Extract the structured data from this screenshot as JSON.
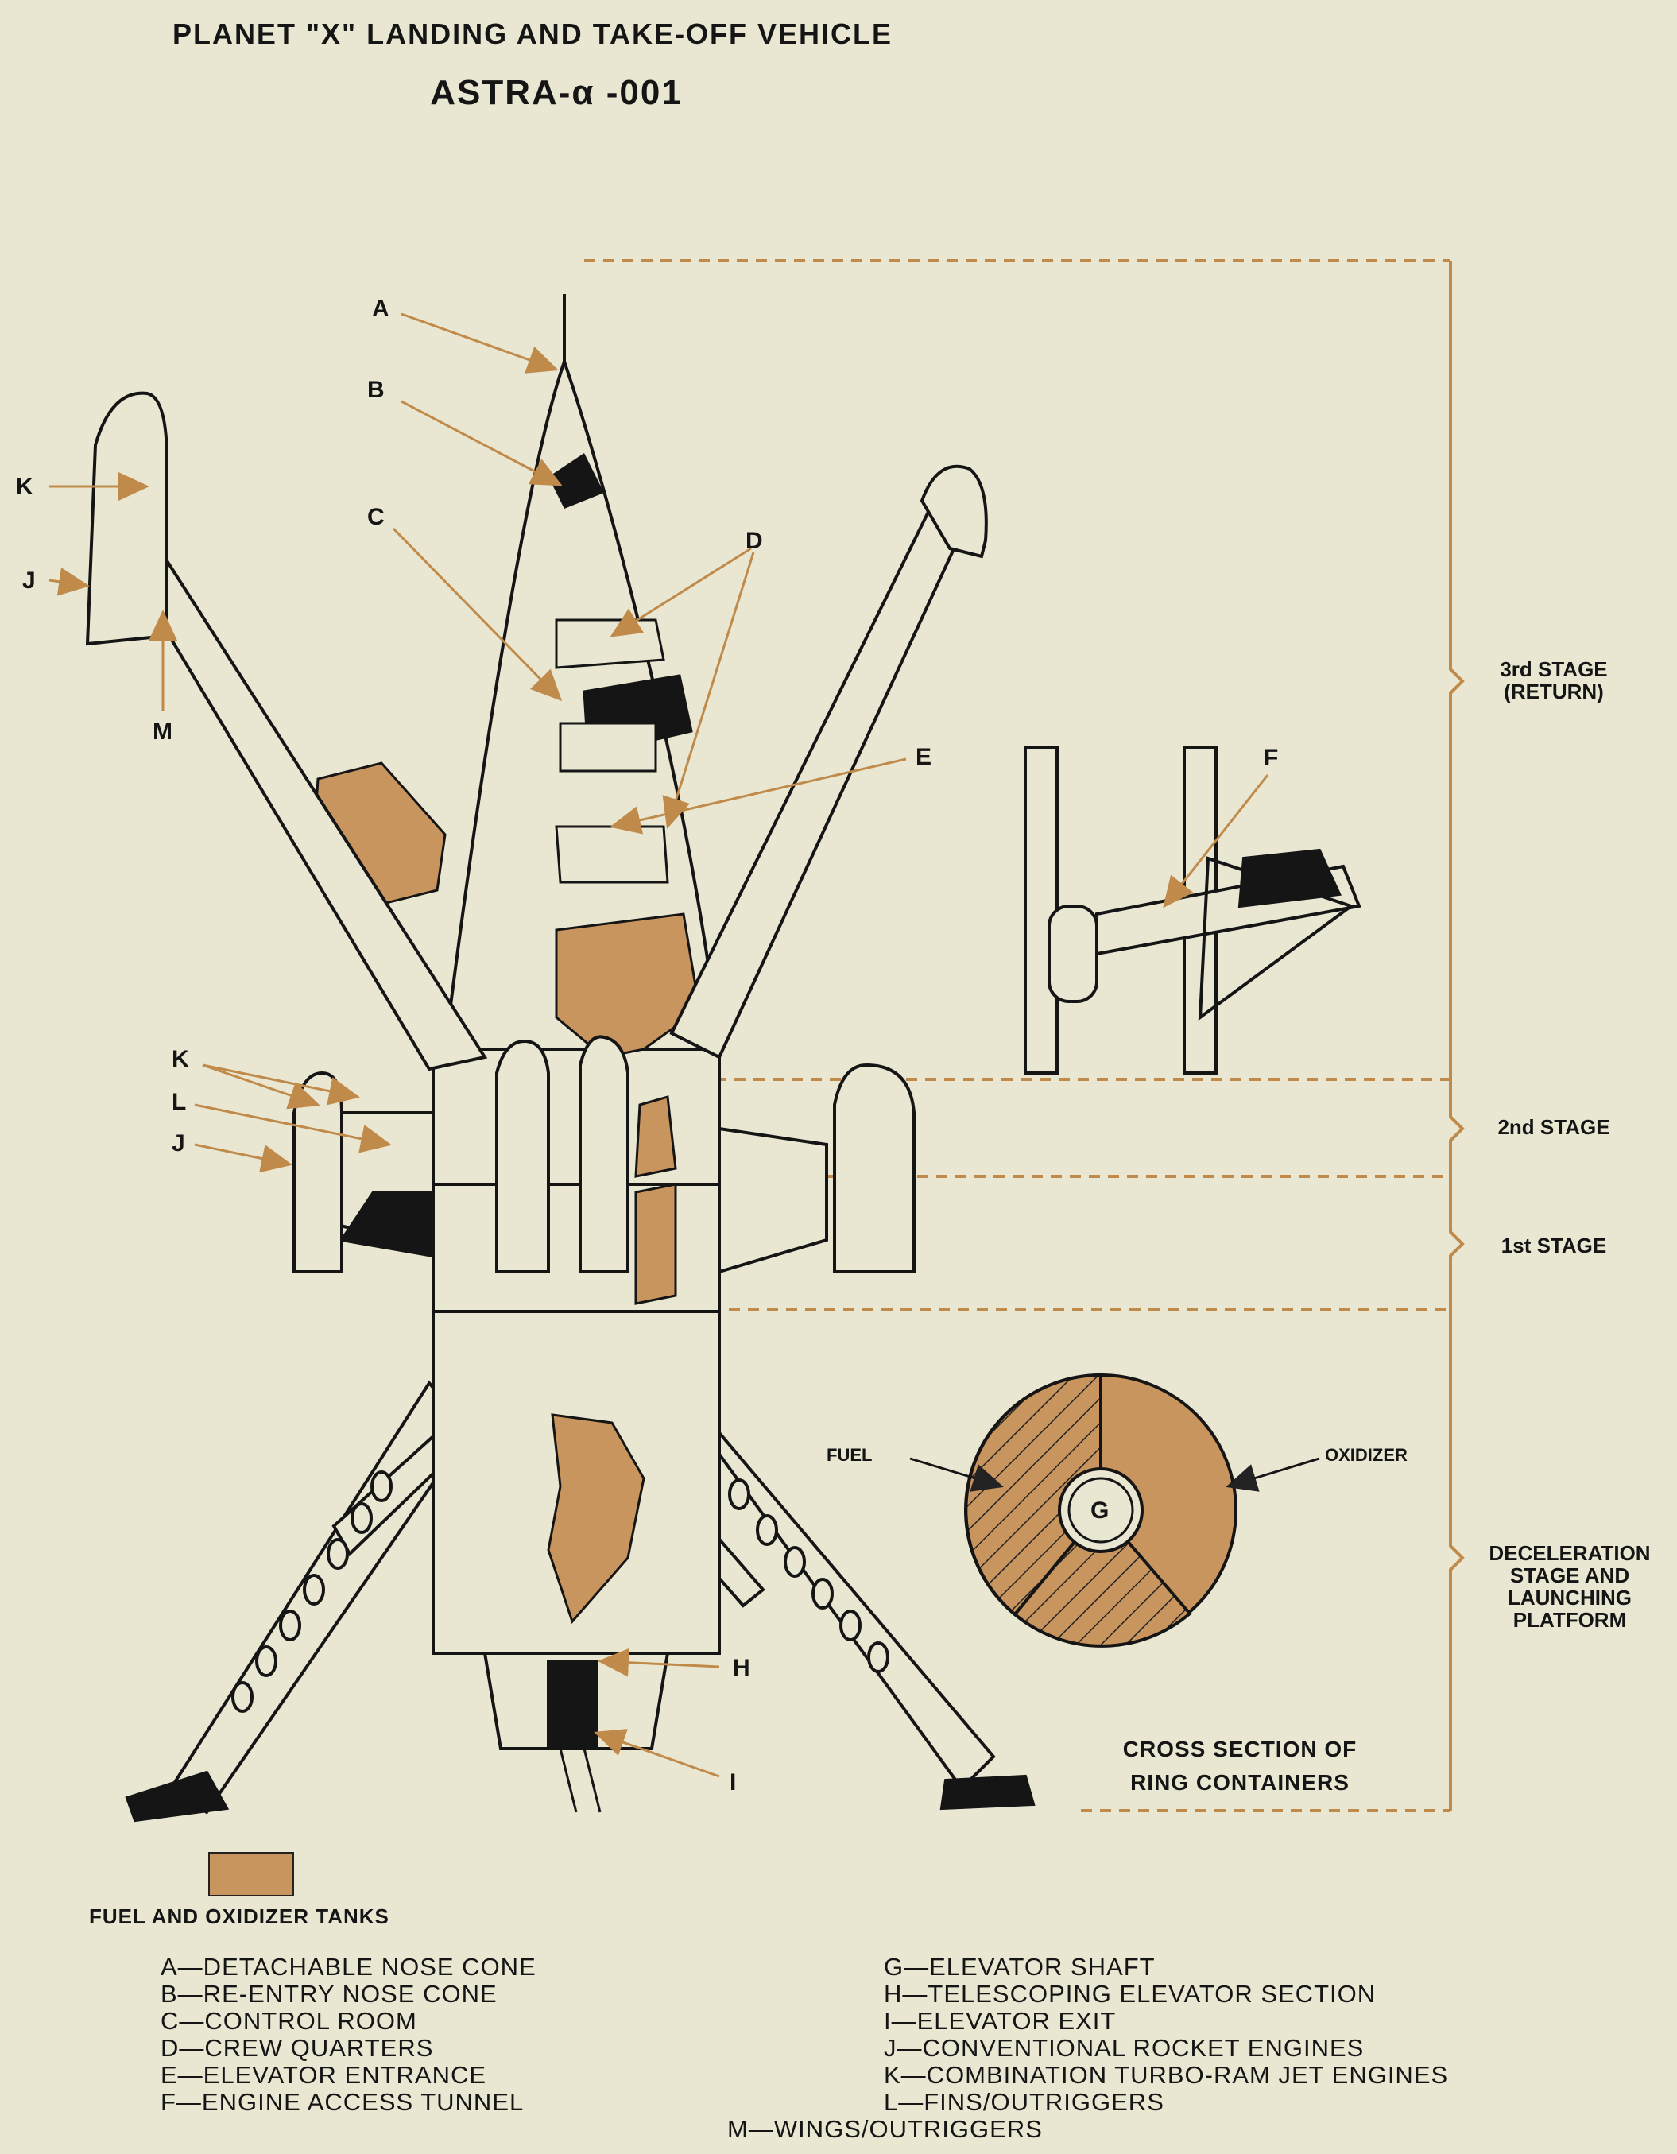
{
  "title": "PLANET \"X\" LANDING AND TAKE-OFF VEHICLE",
  "subtitle": "ASTRA-α -001",
  "stages": {
    "third": [
      "3rd STAGE",
      "(RETURN)"
    ],
    "second": "2nd STAGE",
    "first": "1st STAGE",
    "deceleration": [
      "DECELERATION",
      "STAGE AND",
      "LAUNCHING",
      "PLATFORM"
    ]
  },
  "callouts": {
    "A": "A",
    "B": "B",
    "C": "C",
    "D": "D",
    "E": "E",
    "F": "F",
    "H": "H",
    "I": "I",
    "J": "J",
    "K": "K",
    "L": "L",
    "M": "M",
    "G": "G"
  },
  "cross_section": {
    "title": [
      "CROSS SECTION OF",
      "RING CONTAINERS"
    ],
    "fuel_label": "FUEL",
    "oxidizer_label": "OXIDIZER"
  },
  "swatch_label": "FUEL AND OXIDIZER TANKS",
  "legend_left": [
    "A—DETACHABLE NOSE CONE",
    "B—RE-ENTRY NOSE CONE",
    "C—CONTROL ROOM",
    "D—CREW QUARTERS",
    "E—ELEVATOR ENTRANCE",
    "F—ENGINE ACCESS TUNNEL"
  ],
  "legend_right": [
    "G—ELEVATOR SHAFT",
    "H—TELESCOPING ELEVATOR SECTION",
    "I—ELEVATOR EXIT",
    "J—CONVENTIONAL ROCKET ENGINES",
    "K—COMBINATION TURBO-RAM JET ENGINES",
    "L—FINS/OUTRIGGERS"
  ],
  "legend_bottom": "M—WINGS/OUTRIGGERS",
  "colors": {
    "paper": "#e9e7d2",
    "tank": "#c9955e",
    "stage_line": "#c08a4a",
    "ink": "#151515"
  }
}
